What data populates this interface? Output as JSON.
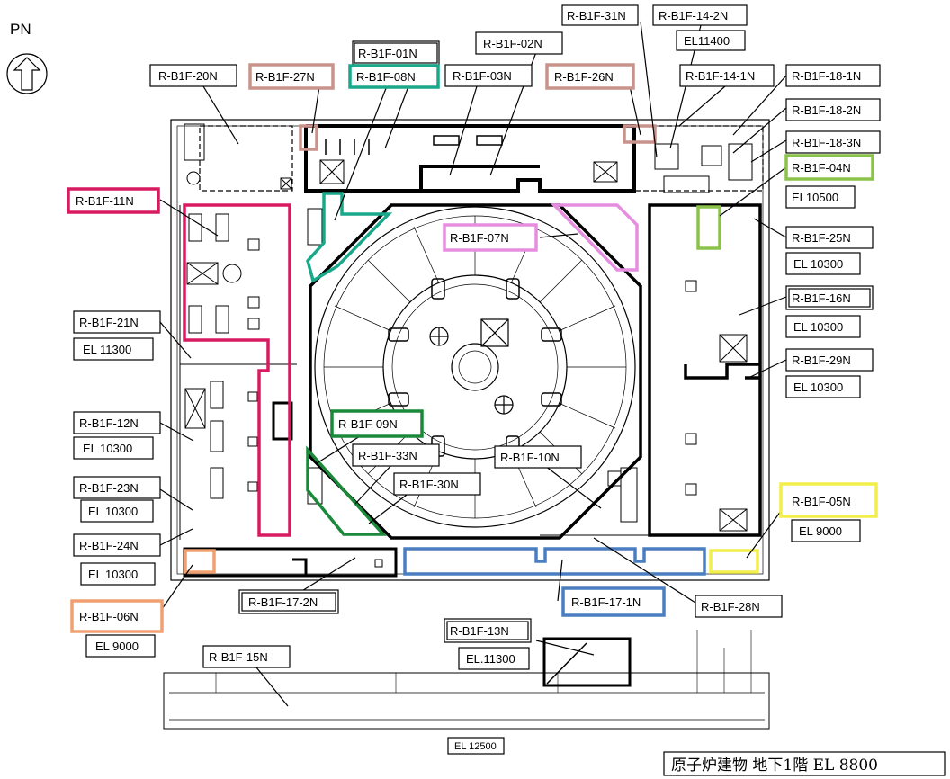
{
  "north": {
    "label": "PN"
  },
  "title": {
    "text": "原子炉建物 地下1階 EL 8800"
  },
  "colors": {
    "pink_brown": "#c9938c",
    "teal": "#1aa88a",
    "magenta": "#d81b60",
    "green": "#1a8a3a",
    "light_green": "#8bc34a",
    "violet": "#e58ee0",
    "yellow": "#f2ee4a",
    "orange": "#f0a070",
    "blue": "#4a7ec0"
  },
  "rooms": {
    "r01": "R-B1F-01N",
    "r02": "R-B1F-02N",
    "r03": "R-B1F-03N",
    "r04": "R-B1F-04N",
    "r05": "R-B1F-05N",
    "r06": "R-B1F-06N",
    "r07": "R-B1F-07N",
    "r08": "R-B1F-08N",
    "r09": "R-B1F-09N",
    "r10": "R-B1F-10N",
    "r11": "R-B1F-11N",
    "r12": "R-B1F-12N",
    "r13": "R-B1F-13N",
    "r14_1": "R-B1F-14-1N",
    "r14_2": "R-B1F-14-2N",
    "r15": "R-B1F-15N",
    "r16": "R-B1F-16N",
    "r17_1": "R-B1F-17-1N",
    "r17_2": "R-B1F-17-2N",
    "r18_1": "R-B1F-18-1N",
    "r18_2": "R-B1F-18-2N",
    "r18_3": "R-B1F-18-3N",
    "r20": "R-B1F-20N",
    "r21": "R-B1F-21N",
    "r23": "R-B1F-23N",
    "r24": "R-B1F-24N",
    "r25": "R-B1F-25N",
    "r26": "R-B1F-26N",
    "r27": "R-B1F-27N",
    "r28": "R-B1F-28N",
    "r29": "R-B1F-29N",
    "r30": "R-B1F-30N",
    "r31": "R-B1F-31N",
    "r33": "R-B1F-33N"
  },
  "elevations": {
    "el_14_2": "EL11400",
    "el_04": "EL10500",
    "el_25": "EL 10300",
    "el_16": "EL 10300",
    "el_29": "EL 10300",
    "el_05": "EL 9000",
    "el_21": "EL 11300",
    "el_12": "EL 10300",
    "el_23": "EL 10300",
    "el_24": "EL 10300",
    "el_06": "EL 9000",
    "el_13": "EL.11300",
    "el_bottom": "EL 12500"
  }
}
